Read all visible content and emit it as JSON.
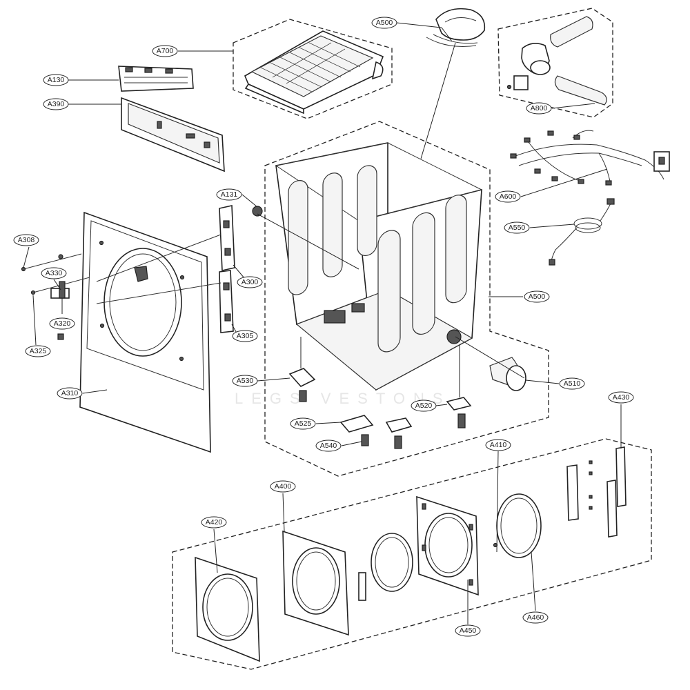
{
  "diagram": {
    "watermark": "LEGS VESTONS",
    "labels": {
      "A500_top": "A500",
      "A700": "A700",
      "A800": "A800",
      "A130": "A130",
      "A390": "A390",
      "A600": "A600",
      "A131": "A131",
      "A550": "A550",
      "A308": "A308",
      "A300": "A300",
      "A330": "A330",
      "A500_side": "A500",
      "A320": "A320",
      "A305": "A305",
      "A325": "A325",
      "A510": "A510",
      "A530": "A530",
      "A310": "A310",
      "A430": "A430",
      "A520": "A520",
      "A525": "A525",
      "A540": "A540",
      "A410": "A410",
      "A400": "A400",
      "A420": "A420",
      "A460": "A460",
      "A450": "A450"
    }
  }
}
